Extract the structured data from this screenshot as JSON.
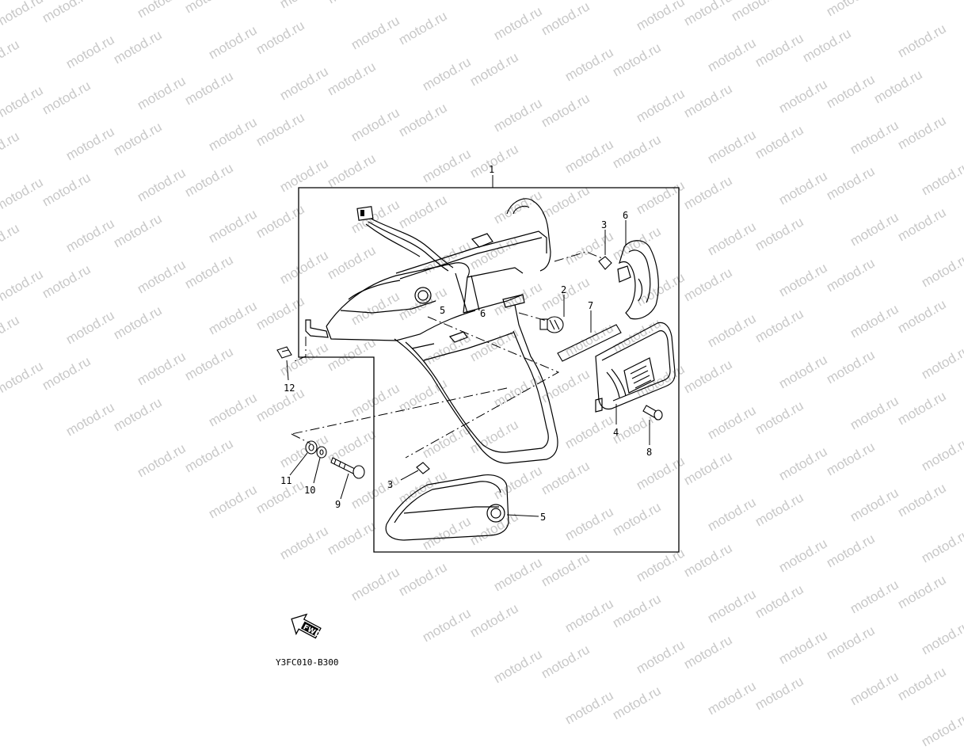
{
  "watermark": {
    "text": "motod.ru"
  },
  "callouts": {
    "c1": "1",
    "c2": "2",
    "c3a": "3",
    "c3b": "3",
    "c4": "4",
    "c5": "5",
    "c6": "6",
    "c7": "7",
    "c8": "8",
    "c9": "9",
    "c10": "10",
    "c11": "11",
    "c12": "12"
  },
  "fwd_label": "FWD",
  "diagram_code": "Y3FC010-B300"
}
